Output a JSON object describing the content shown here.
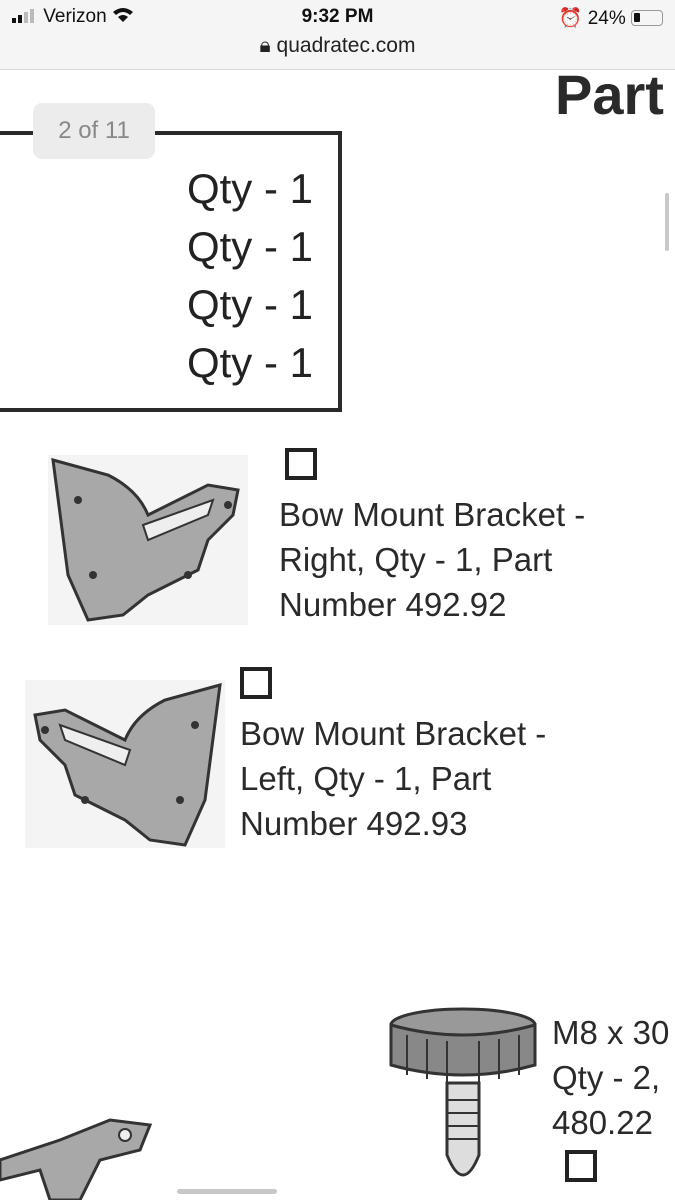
{
  "status_bar": {
    "carrier": "Verizon",
    "time": "9:32 PM",
    "battery": "24%"
  },
  "browser": {
    "url": "quadratec.com"
  },
  "pager": {
    "label": "2 of 11"
  },
  "document": {
    "heading": "Part",
    "qty_lines": [
      "Qty - 1",
      "Qty - 1",
      "Qty - 1",
      "Qty - 1"
    ],
    "parts": [
      {
        "lines": [
          "Bow Mount Bracket -",
          "Right, Qty - 1, Part",
          "Number 492.92"
        ]
      },
      {
        "lines": [
          "Bow Mount Bracket -",
          "Left, Qty - 1, Part",
          "Number 492.93"
        ]
      },
      {
        "lines": [
          "M8 x 30",
          "Qty - 2,",
          "480.22"
        ]
      }
    ]
  }
}
